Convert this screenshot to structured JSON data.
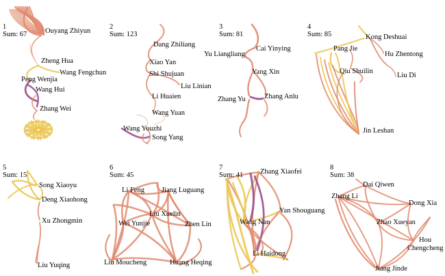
{
  "colors": {
    "orange": "#e08a6e",
    "yellow": "#ecc653",
    "purple": "#9b4f8f",
    "pale": "#eec9a8"
  },
  "panels": [
    {
      "id": "1",
      "sum_label": "Sum: 67",
      "labels": [
        "Ouyang Zhiyun",
        "Zheng Hua",
        "Wang Fengchun",
        "Peng Wenjia",
        "Wang Hui",
        "Zhang Wei"
      ]
    },
    {
      "id": "2",
      "sum_label": "Sum: 123",
      "labels": [
        "Dang Zhiliang",
        "Xiao Yan",
        "Shi Shujuan",
        "Liu Linian",
        "Li Huaien",
        "Wang Yuan",
        "Wang Youzhi",
        "Song Yang"
      ]
    },
    {
      "id": "3",
      "sum_label": "Sum: 81",
      "labels": [
        "Cai Yinying",
        "Yu Liangliang",
        "Yang Xin",
        "Zhang Yu",
        "Zhang Anlu"
      ]
    },
    {
      "id": "4",
      "sum_label": "Sum: 85",
      "labels": [
        "Kong Deshuai",
        "Pang Jie",
        "Hu Zhentong",
        "Qiu Shuilin",
        "Liu Di",
        "Jin Leshan"
      ]
    },
    {
      "id": "5",
      "sum_label": "Sum: 15",
      "labels": [
        "Song Xiaoyu",
        "Deng Xiaohong",
        "Xu Zhongmin",
        "Liu Yuqing"
      ]
    },
    {
      "id": "6",
      "sum_label": "Sum: 45",
      "labels": [
        "Li Feng",
        "Jiang Luguang",
        "Liu Xuelin",
        "Wei Yunjie",
        "Zhen Lin",
        "Liu Moucheng",
        "Huang Heqing"
      ]
    },
    {
      "id": "7",
      "sum_label": "Sum: 41",
      "labels": [
        "Zhang Xiaofei",
        "Yan Shouguang",
        "Wang Nan",
        "Li Haidong"
      ]
    },
    {
      "id": "8",
      "sum_label": "Sum: 38",
      "labels": [
        "Dai Qiwen",
        "Zhang Li",
        "Dong Xia",
        "Zhao Xueyan",
        "Hou Chengcheng",
        "Jiang Jinde"
      ]
    }
  ]
}
